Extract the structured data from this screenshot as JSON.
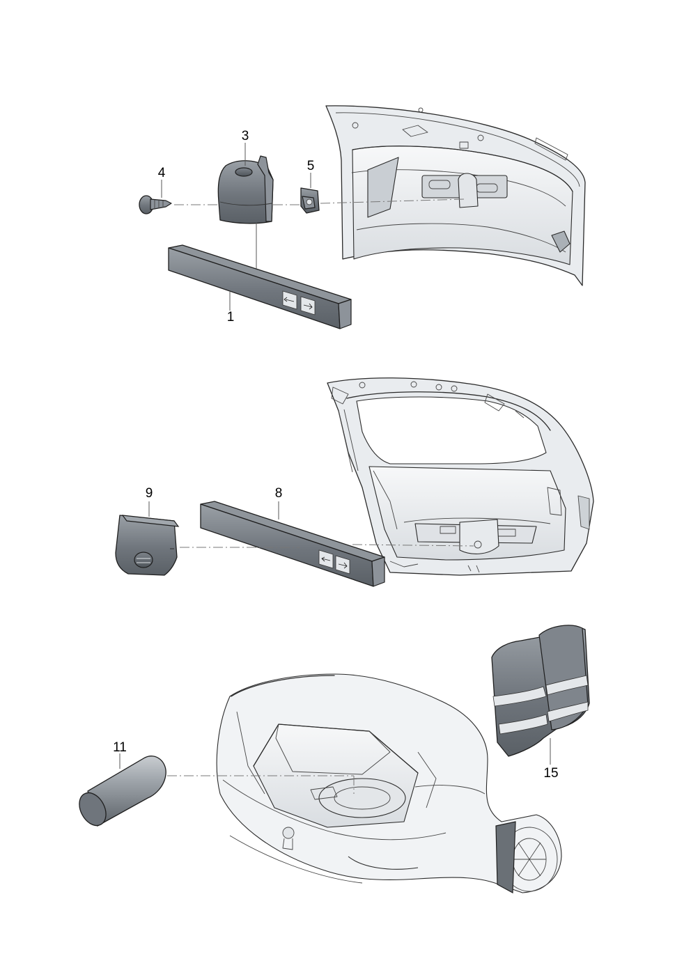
{
  "callouts": {
    "c1": "1",
    "c3": "3",
    "c4": "4",
    "c5": "5",
    "c8": "8",
    "c9": "9",
    "c11": "11",
    "c15": "15"
  },
  "colors": {
    "part_gray": "#6f757c",
    "body_light": "#e9ecef",
    "outline": "#2a2a2a",
    "background": "#ffffff"
  }
}
